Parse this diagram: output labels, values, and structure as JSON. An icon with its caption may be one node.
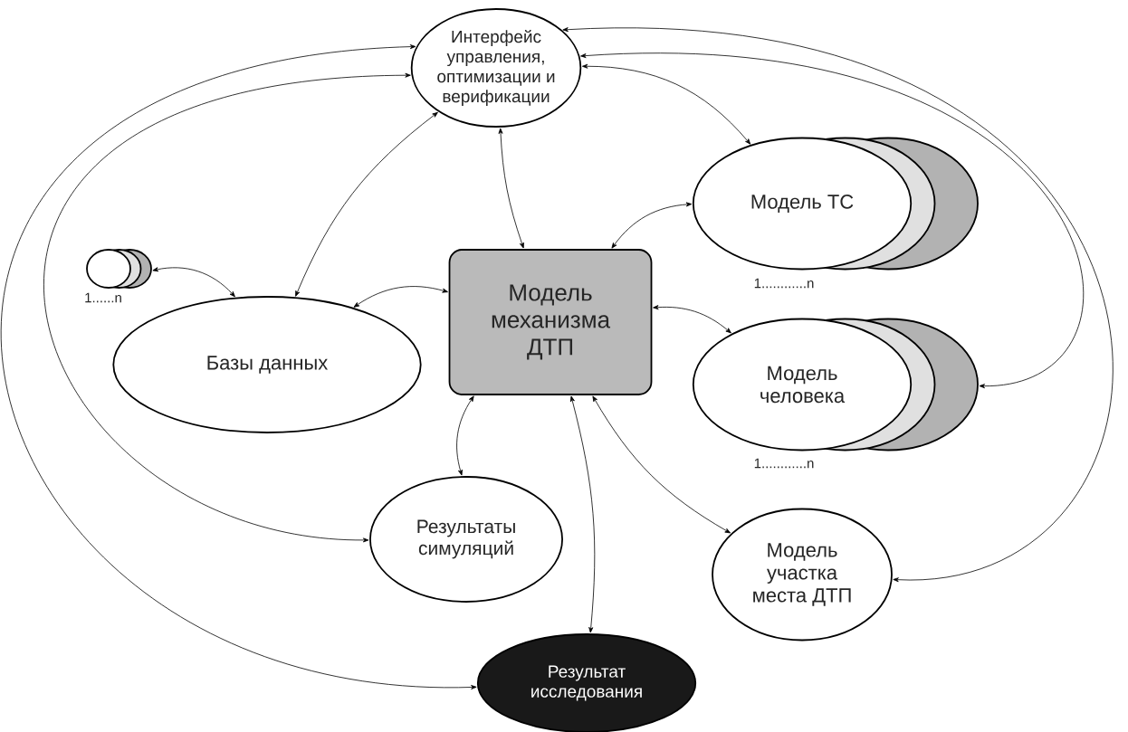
{
  "diagram": {
    "nodes": [
      {
        "text": [
          "Интерфейс управления, оптимизации и верификации"
        ]
      },
      {
        "text": [],
        "shape": "circle",
        "beside": [
          "1......n"
        ]
      },
      {
        "text": [
          "Модель ТС"
        ],
        "beside": [
          "1............n"
        ]
      },
      {
        "text": [
          "Базы данных"
        ]
      },
      {
        "text": [
          "Модель механизма ДТП"
        ]
      },
      {
        "text": [
          "Модель человека"
        ],
        "beside": [
          "1............n"
        ]
      },
      {
        "text": [
          "Результаты симуляций"
        ]
      },
      {
        "text": [
          "Модель участка места ДТП"
        ]
      },
      {
        "text": [
          "Результат исследования"
        ]
      }
    ],
    "edges": [
      {
        "from": 0,
        "to": 8,
        "arrow": "both"
      },
      {
        "from": 0,
        "to": 6,
        "arrow": "both"
      },
      {
        "from": 0,
        "to": 7,
        "arrow": "both"
      },
      {
        "from": 0,
        "to": 5,
        "arrow": "both"
      },
      {
        "from": 0,
        "to": 2,
        "arrow": "both"
      },
      {
        "from": 0,
        "to": 3,
        "arrow": "both"
      },
      {
        "from": 0,
        "to": 4,
        "arrow": "both"
      },
      {
        "from": 1,
        "to": 3,
        "arrow": "both"
      },
      {
        "from": 3,
        "to": 4,
        "arrow": "both"
      },
      {
        "from": 4,
        "to": 2,
        "arrow": "both"
      },
      {
        "from": 4,
        "to": 5,
        "arrow": "both"
      },
      {
        "from": 4,
        "to": 6,
        "arrow": "both"
      },
      {
        "from": 4,
        "to": 7,
        "arrow": "both"
      },
      {
        "from": 4,
        "to": 8,
        "arrow": "both"
      }
    ]
  }
}
